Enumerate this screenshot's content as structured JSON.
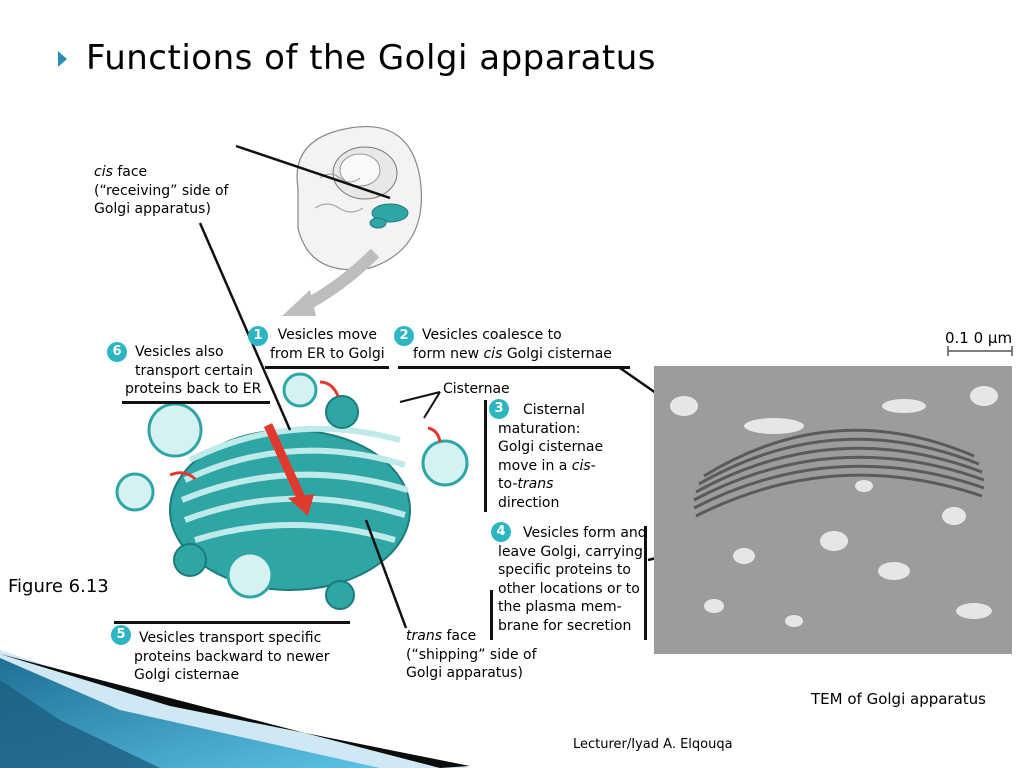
{
  "slide": {
    "title": "Functions of the Golgi apparatus",
    "figure_label": "Figure 6.13",
    "tem_caption": "TEM of Golgi apparatus",
    "footer": "Lecturer/Iyad A. Elqouqa"
  },
  "labels": {
    "cis_face": {
      "term": "cis",
      "line1_rest": " face",
      "line2": "(“receiving” side of",
      "line3": "Golgi apparatus)"
    },
    "trans_face": {
      "term": "trans",
      "line1_rest": " face",
      "line2": "(“shipping” side of",
      "line3": "Golgi apparatus)"
    },
    "cisternae": "Cisternae",
    "scale_bar": "0.1 0 μm"
  },
  "steps": [
    {
      "number": "1",
      "lines": [
        "Vesicles move",
        "from ER to Golgi"
      ]
    },
    {
      "number": "2",
      "line1": "Vesicles coalesce to",
      "line2_pre": "form new ",
      "line2_italic": "cis",
      "line2_post": " Golgi cisternae"
    },
    {
      "number": "3",
      "lines": [
        "Cisternal",
        "maturation:",
        "Golgi cisternae"
      ],
      "line4_pre": "move in a ",
      "line4_italic": "cis",
      "line4_post": "-",
      "line5_pre": "to-",
      "line5_italic": "trans",
      "line6": "direction"
    },
    {
      "number": "4",
      "lines": [
        "Vesicles form and",
        "leave Golgi, carrying",
        "specific proteins to",
        "other locations or to",
        "the plasma mem-",
        "brane for secretion"
      ]
    },
    {
      "number": "5",
      "lines": [
        "Vesicles transport specific",
        "proteins backward to newer",
        "Golgi cisternae"
      ]
    },
    {
      "number": "6",
      "lines": [
        "Vesicles also",
        "transport certain",
        "proteins back to ER"
      ]
    }
  ],
  "colors": {
    "accent": "#2a8fb5",
    "golgi": "#2fa6a6",
    "badge": "#2bb6c2",
    "arrow": "#e03a2f"
  }
}
